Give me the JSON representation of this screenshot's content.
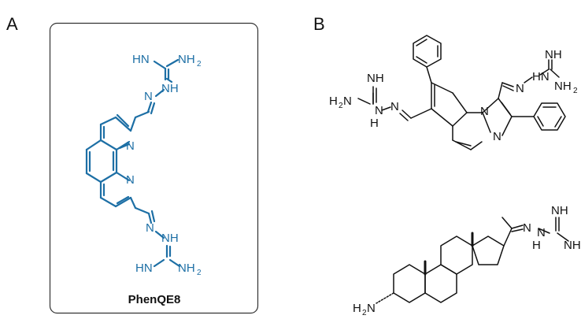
{
  "panels": {
    "a": {
      "label": "A",
      "compound_name": "PhenQE8"
    },
    "b": {
      "label": "B"
    }
  },
  "atoms": {
    "hn": "HN",
    "nh": "NH",
    "nh2": "NH",
    "h2n": "H",
    "n": "N",
    "h": "H",
    "sub2": "2"
  },
  "colors": {
    "phen_blue": "#1d6fa5",
    "black": "#111111",
    "frame": "#333333"
  }
}
